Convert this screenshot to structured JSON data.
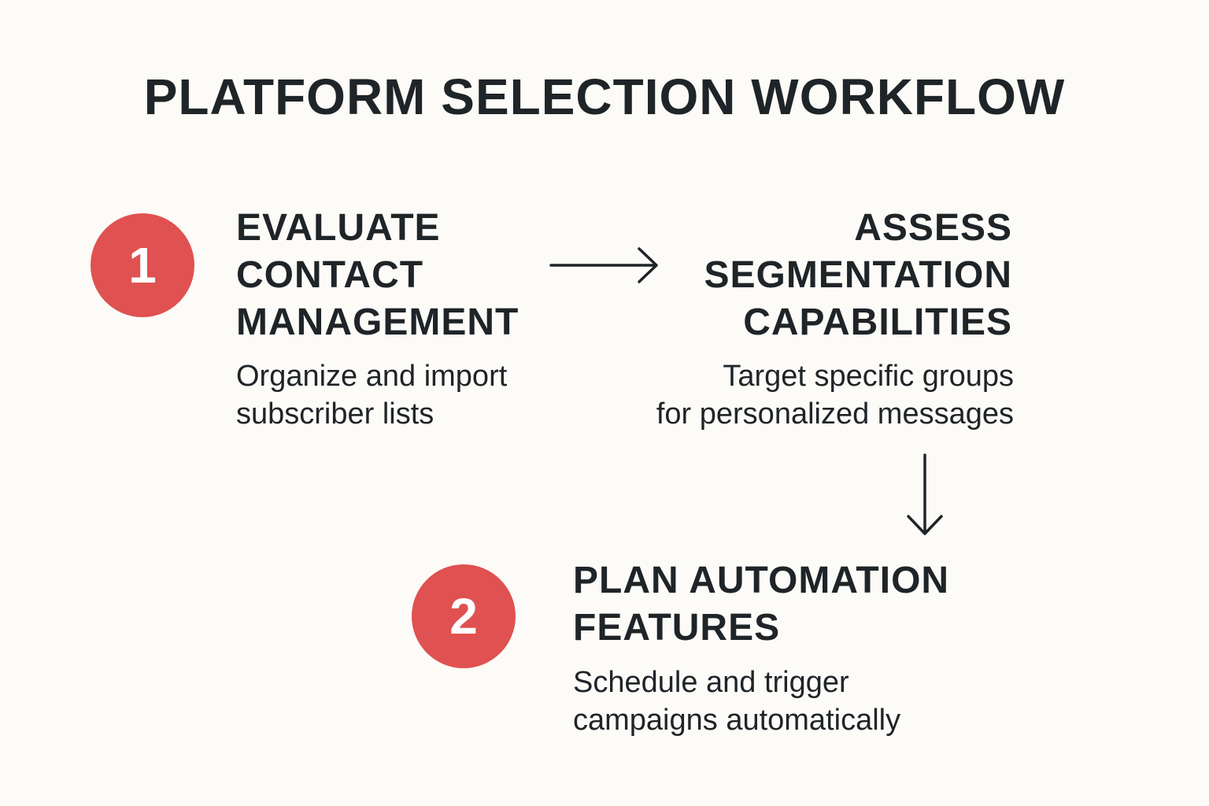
{
  "title": "PLATFORM SELECTION WORKFLOW",
  "colors": {
    "background": "#fcfbf7",
    "badge": "#e05151",
    "text": "#1f2428"
  },
  "steps": [
    {
      "badge": "1",
      "title": "EVALUATE\nCONTACT\nMANAGEMENT",
      "description": "Organize and import\nsubscriber lists"
    },
    {
      "title": "ASSESS\nSEGMENTATION\nCAPABILITIES",
      "description": "Target specific groups\nfor personalized messages"
    },
    {
      "badge": "2",
      "title": "PLAN AUTOMATION\nFEATURES",
      "description": "Schedule and trigger\ncampaigns automatically"
    }
  ],
  "connectors": [
    {
      "from": "EVALUATE CONTACT MANAGEMENT",
      "to": "ASSESS SEGMENTATION CAPABILITIES",
      "icon": "arrow-right-icon"
    },
    {
      "from": "ASSESS SEGMENTATION CAPABILITIES",
      "to": "PLAN AUTOMATION FEATURES",
      "icon": "arrow-down-icon"
    }
  ]
}
